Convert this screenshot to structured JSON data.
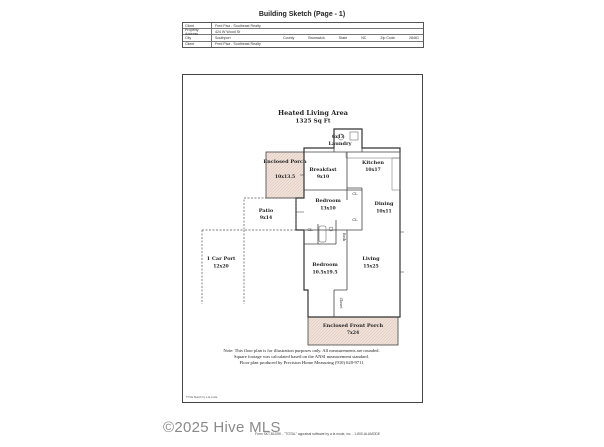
{
  "header": {
    "title": "Building Sketch (Page - 1)"
  },
  "info_table": [
    {
      "label": "Client",
      "value": "Fred Fisa - Southeast Realty"
    },
    {
      "label": "Property Address",
      "value": "424 W Wood St"
    },
    {
      "label": "City",
      "value": "Southport",
      "county_label": "County",
      "county": "Brunswick",
      "state_label": "State",
      "state": "NC",
      "zip_label": "Zip Code",
      "zip": "28461"
    },
    {
      "label": "Client",
      "value": "Fred Fisa - Southeast Realty"
    }
  ],
  "plan": {
    "area_title": "Heated Living Area",
    "area_value": "1325 Sq Ft",
    "rooms": [
      {
        "id": "laundry",
        "name": "Laundry",
        "size": "6x13"
      },
      {
        "id": "enclosed-porch",
        "name": "Enclosed Porch",
        "size": "10x13.5"
      },
      {
        "id": "breakfast",
        "name": "Breakfast",
        "size": "9x10"
      },
      {
        "id": "kitchen",
        "name": "Kitchen",
        "size": "10x17"
      },
      {
        "id": "patio",
        "name": "Patio",
        "size": "9x14"
      },
      {
        "id": "bedroom-1",
        "name": "Bedroom",
        "size": "13x10"
      },
      {
        "id": "dining",
        "name": "Dining",
        "size": "10x11"
      },
      {
        "id": "carport",
        "name": "1 Car Port",
        "size": "12x20"
      },
      {
        "id": "bedroom-2",
        "name": "Bedroom",
        "size": "10.5x19.5"
      },
      {
        "id": "living",
        "name": "Living",
        "size": "15x25"
      },
      {
        "id": "front-porch",
        "name": "Enclosed Front Porch",
        "size": "7x24"
      }
    ],
    "small_labels": {
      "closet_abbr": "CL",
      "bath": "Bath",
      "closet": "Closet"
    }
  },
  "note": {
    "line1": "Note: This floor plan is for illustration purposes only. All measurements are rounded.",
    "line2": "Square footage was calculated based on the ANSI measurement standard.",
    "line3": "Floor plan produced by Precision Home Measuring (910) 620-9711"
  },
  "small_print": "TITLE  Sketch by a la mode",
  "watermark": "©2025 Hive MLS",
  "footer": "Form SKT.BLDSK - \"TOTAL\" appraisal software by a la mode, inc. - 1-800-ALAMODE"
}
